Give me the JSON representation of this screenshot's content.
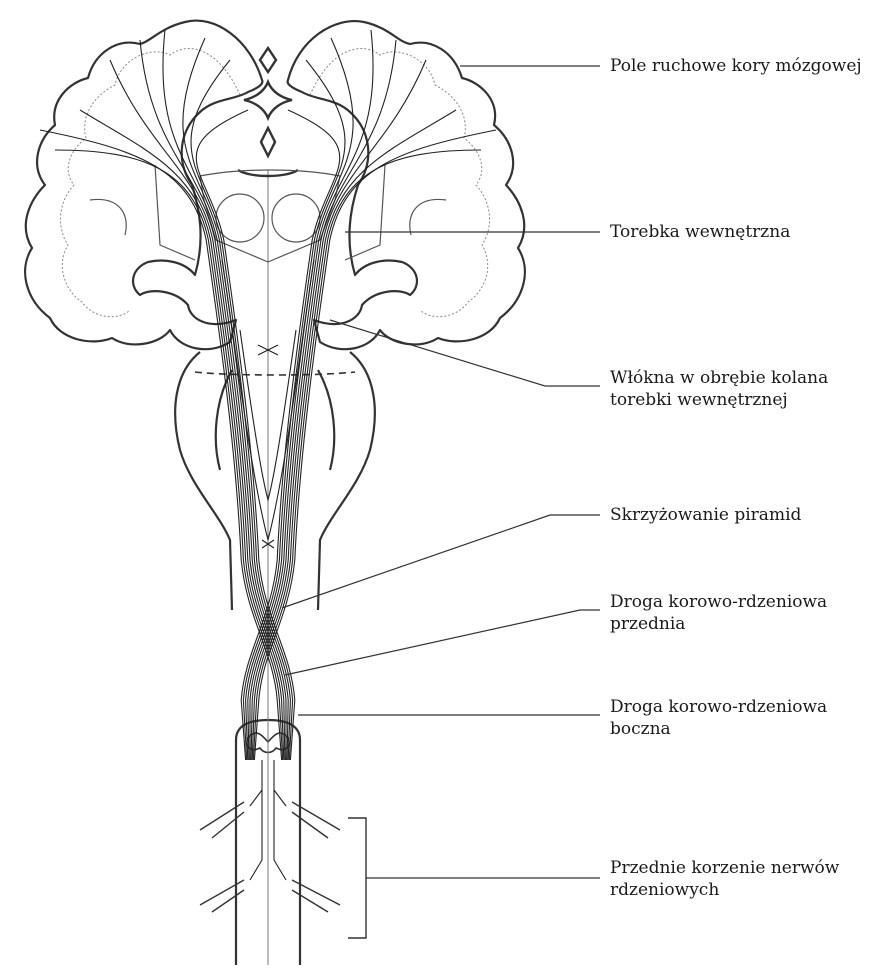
{
  "labels": {
    "motor_cortex": "Pole ruchowe kory mózgowej",
    "internal_capsule": "Torebka wewnętrzna",
    "genu_fibers_line1": "Włókna w obrębie kolana",
    "genu_fibers_line2": "torebki wewnętrznej",
    "pyramidal_decussation": "Skrzyżowanie piramid",
    "anterior_tract_line1": "Droga korowo-rdzeniowa",
    "anterior_tract_line2": "przednia",
    "lateral_tract_line1": "Droga korowo-rdzeniowa",
    "lateral_tract_line2": "boczna",
    "ventral_roots_line1": "Przednie korzenie nerwów",
    "ventral_roots_line2": "rdzeniowych"
  },
  "colors": {
    "outline": "#333333",
    "fiber": "#222222",
    "dotted": "#888888",
    "leader": "#333333"
  }
}
